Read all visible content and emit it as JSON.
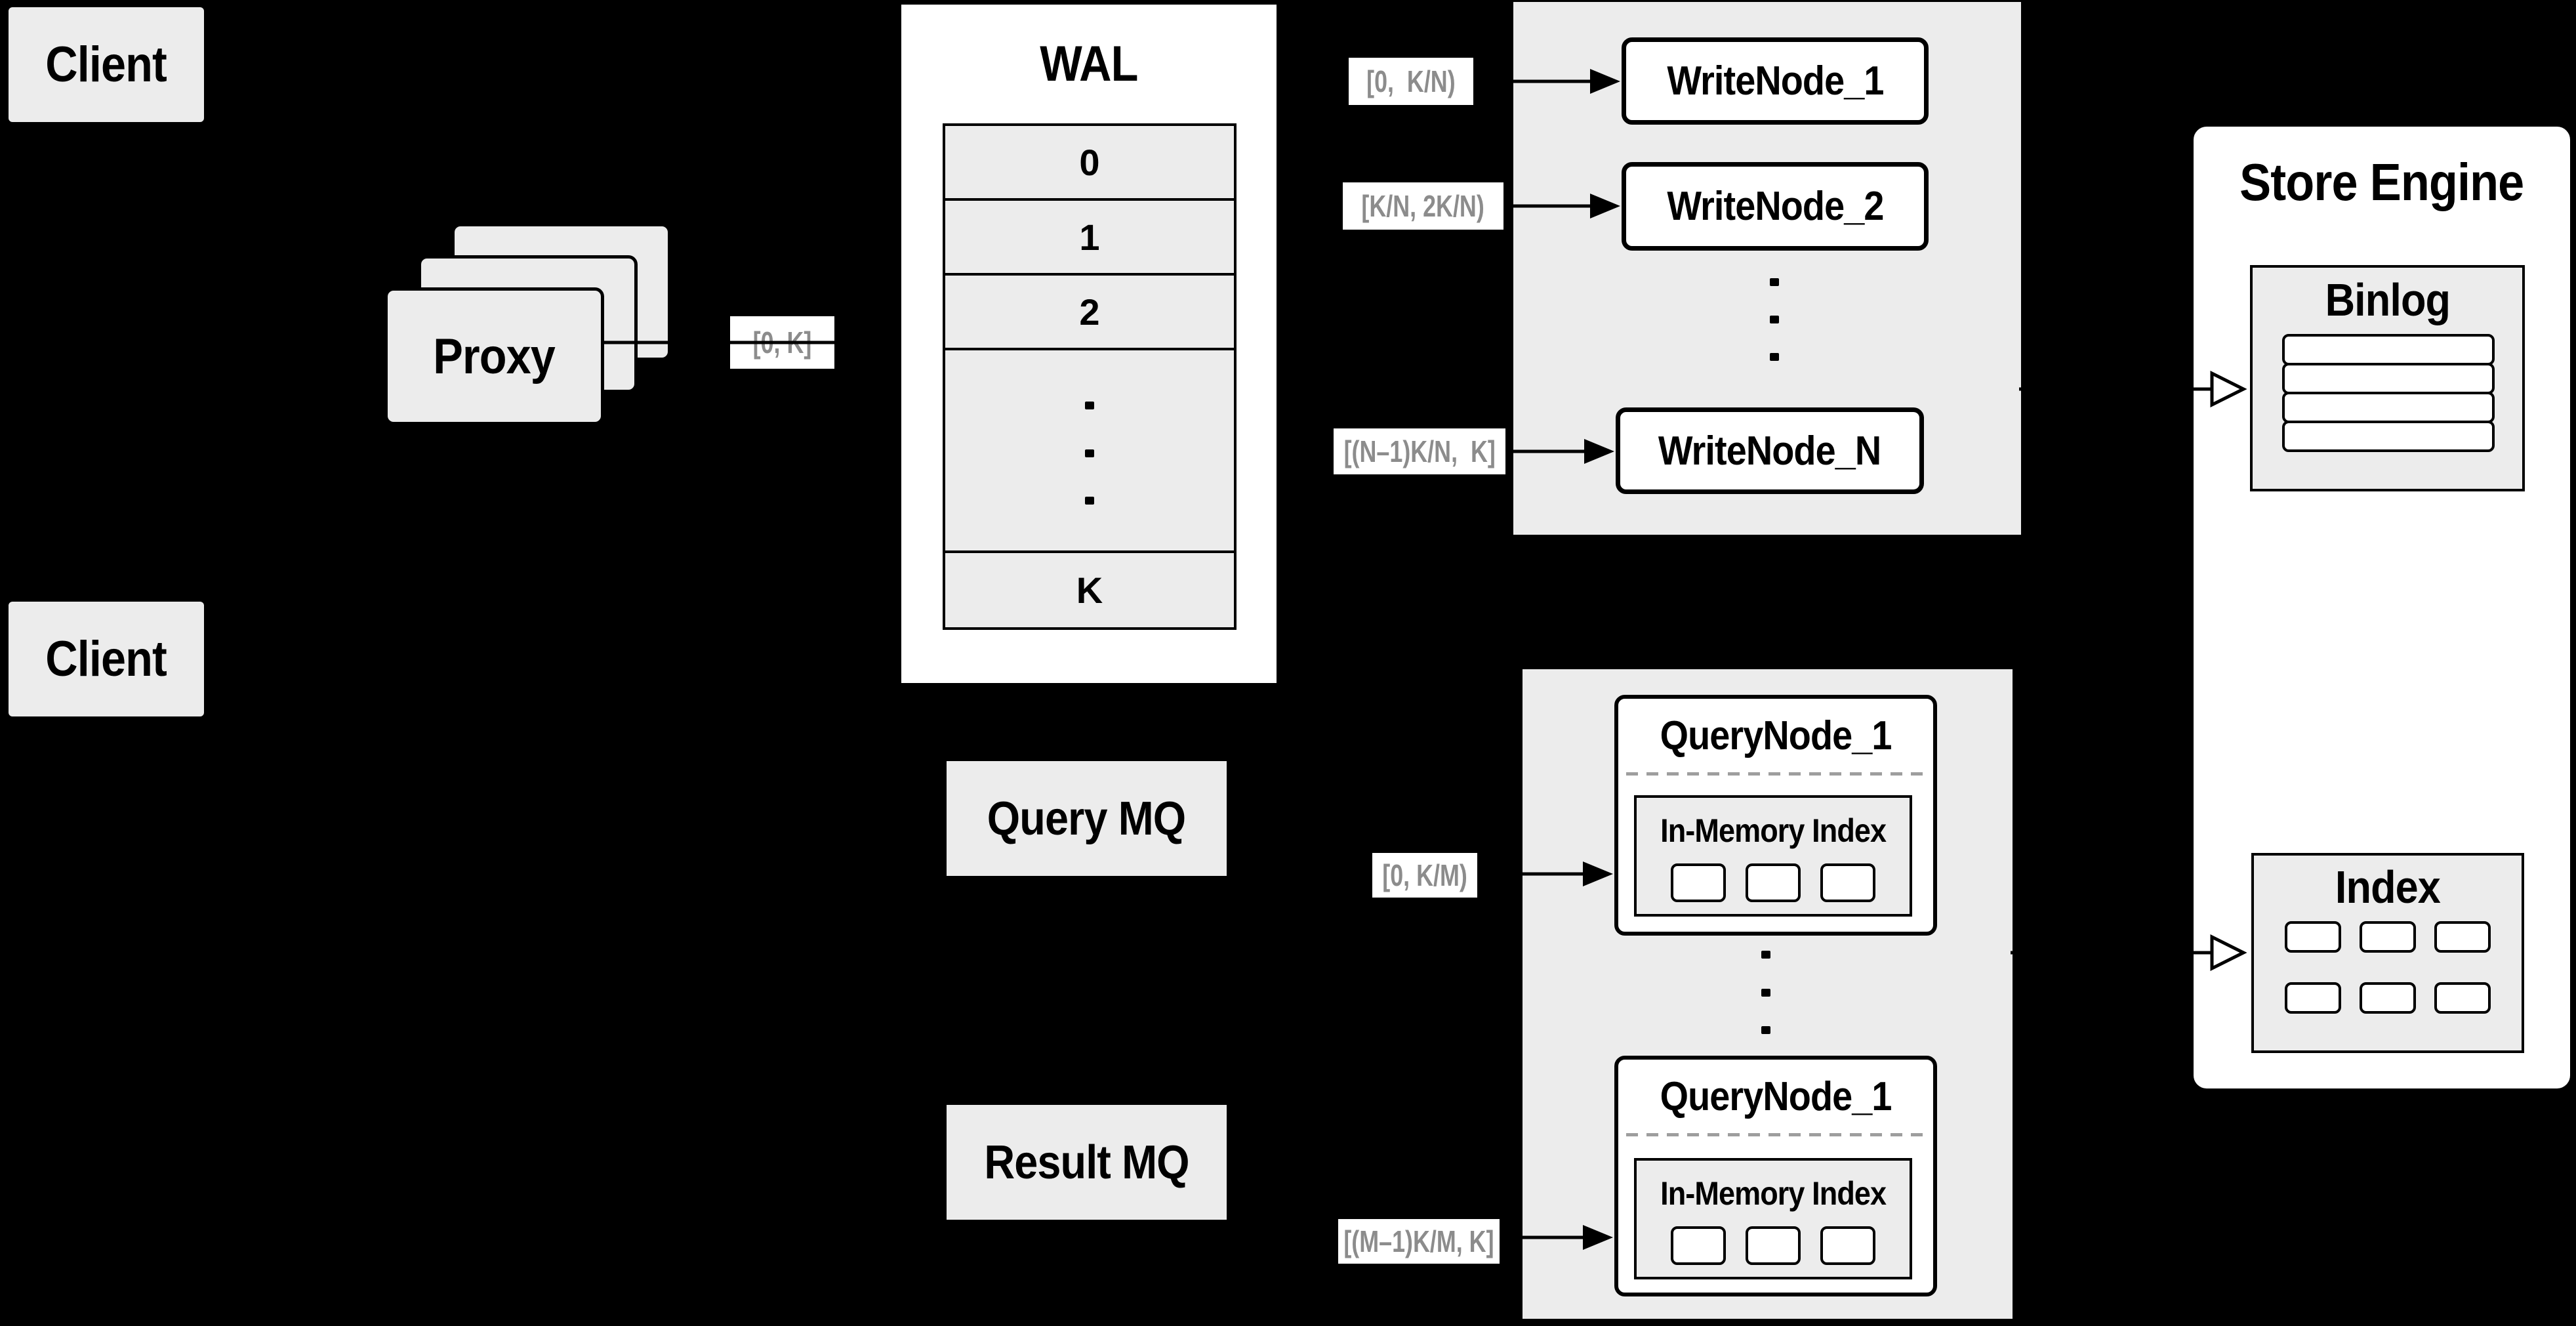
{
  "colors": {
    "background": "#000000",
    "box_fill": "#ececec",
    "surface_white": "#ffffff",
    "line_black": "#000000",
    "range_label_text": "#8c8c8c",
    "dashed_divider": "#9e9e9e"
  },
  "clients": {
    "top": "Client",
    "bottom": "Client"
  },
  "proxy": {
    "label": "Proxy"
  },
  "wal": {
    "title": "WAL",
    "rows": [
      "0",
      "1",
      "2",
      "K"
    ]
  },
  "write_nodes": {
    "node1": "WriteNode_1",
    "node2": "WriteNode_2",
    "nodeN": "WriteNode_N"
  },
  "mq": {
    "query": "Query MQ",
    "result": "Result MQ"
  },
  "query_nodes": {
    "top": {
      "title": "QueryNode_1",
      "subtitle": "In-Memory Index"
    },
    "bottom": {
      "title": "QueryNode_1",
      "subtitle": "In-Memory Index"
    }
  },
  "store_engine": {
    "title": "Store Engine",
    "binlog": "Binlog",
    "index": "Index"
  },
  "range_labels": {
    "proxy_wal": "[0, K]",
    "write1": "[0,  K/N)",
    "write2": "[K/N, 2K/N)",
    "writeN": "[(N–1)K/N,  K]",
    "query1": "[0, K/M)",
    "queryM": "[(M–1)K/M, K]"
  }
}
